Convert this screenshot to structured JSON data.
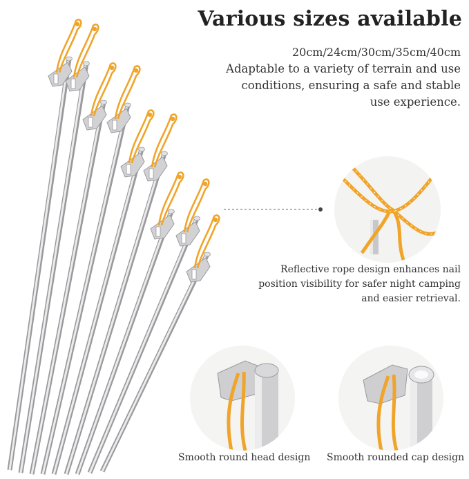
{
  "title": "Various sizes available",
  "sizes": "20cm/24cm/30cm/35cm/40cm",
  "description": "Adaptable to a variety of terrain and use conditions, ensuring a safe and stable use experience.",
  "rope_caption": "Reflective rope design enhances nail position visibility for safer night camping and easier retrieval.",
  "head_caption": "Smooth round head design",
  "cap_caption": "Smooth rounded cap design",
  "colors": {
    "metal": "#c9c9cb",
    "metal_dark": "#9a9a9e",
    "rope": "#f0a42a",
    "text": "#2a2a2a"
  }
}
